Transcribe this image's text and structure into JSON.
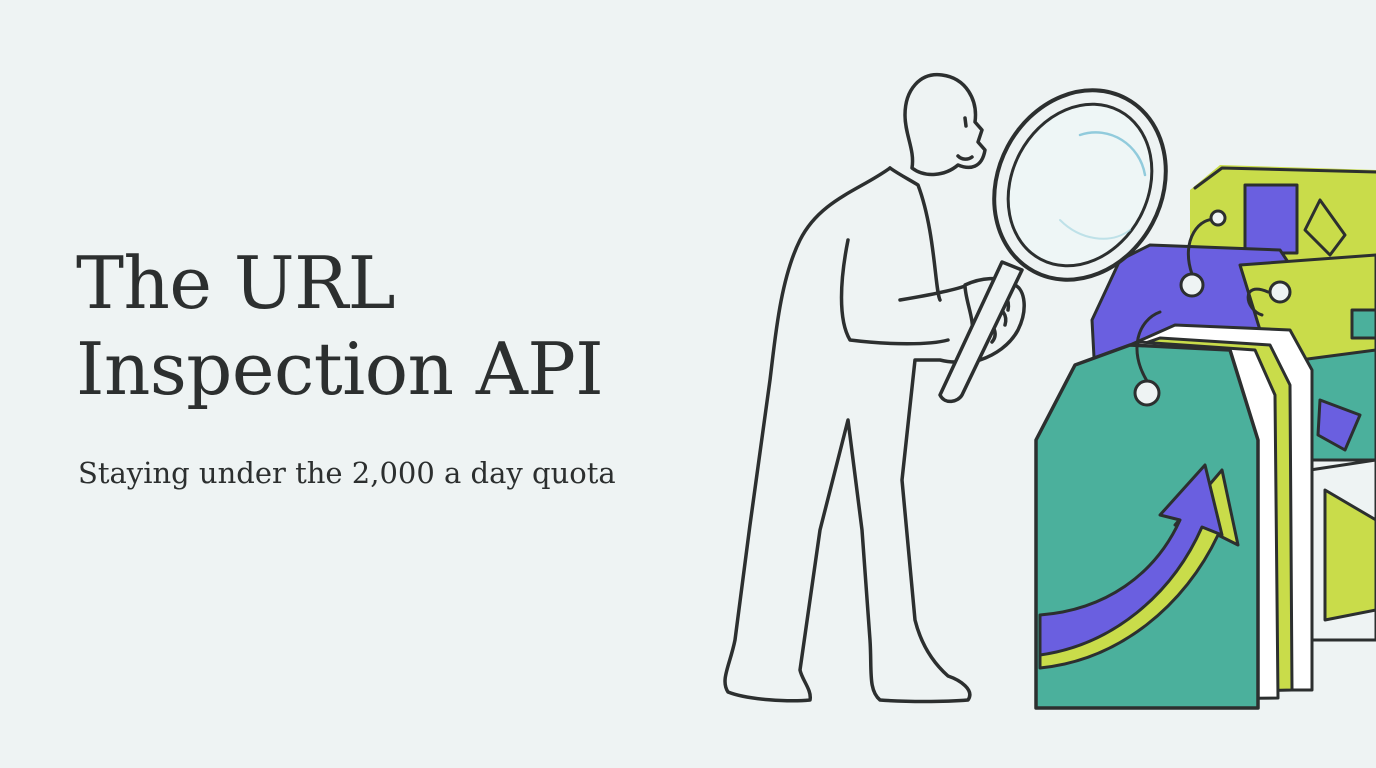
{
  "hero": {
    "title_line1": "The URL",
    "title_line2": "Inspection API",
    "subtitle": "Staying under the 2,000 a day quota"
  },
  "colors": {
    "background": "#eef3f3",
    "ink": "#2c2f2f",
    "teal": "#4bb09c",
    "purple": "#6a5fe0",
    "lime": "#c9dc4a"
  },
  "illustration": {
    "icons": [
      "person-figure",
      "magnifying-glass-icon",
      "price-tag-icon",
      "growth-arrow-icon"
    ]
  }
}
